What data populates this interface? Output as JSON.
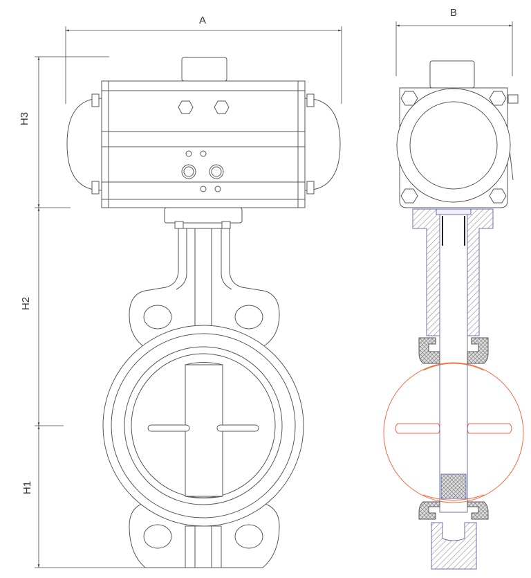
{
  "dimensions": {
    "A": "A",
    "B": "B",
    "H1": "H1",
    "H2": "H2",
    "H3": "H3"
  },
  "colors": {
    "line": "#555555",
    "section_outline": "#6a6fb0",
    "disc_section": "#f06a3a"
  }
}
